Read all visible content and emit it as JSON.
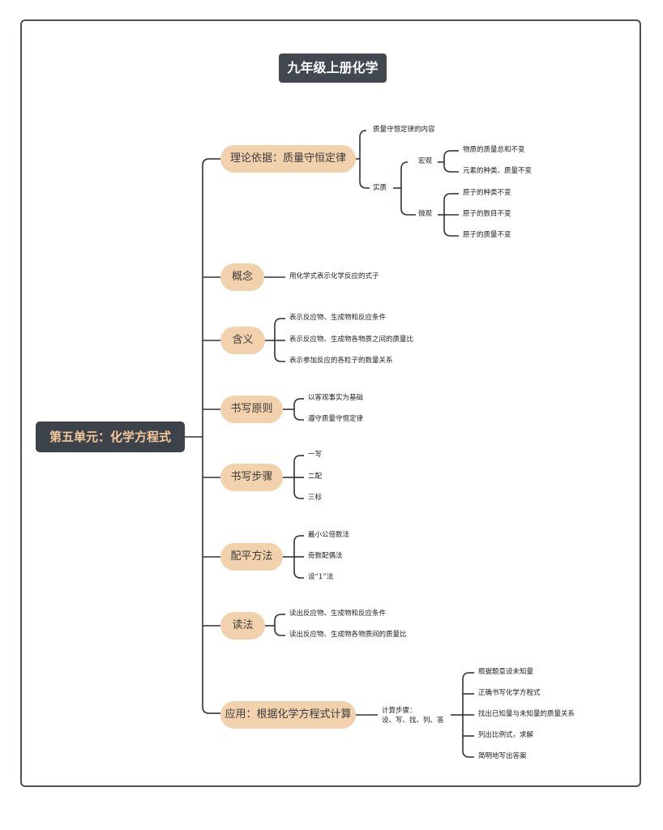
{
  "title": "九年级上册化学",
  "root": "第五单元：化学方程式",
  "branches": [
    {
      "label": "理论依据：质量守恒定律",
      "children": [
        {
          "label": "质量守恒定律的内容"
        },
        {
          "label": "实质",
          "children": [
            {
              "label": "宏观",
              "children": [
                {
                  "label": "物质的质量总和不变"
                },
                {
                  "label": "元素的种类、质量不变"
                }
              ]
            },
            {
              "label": "微观",
              "children": [
                {
                  "label": "原子的种类不变"
                },
                {
                  "label": "原子的数目不变"
                },
                {
                  "label": "原子的质量不变"
                }
              ]
            }
          ]
        }
      ]
    },
    {
      "label": "概念",
      "children": [
        {
          "label": "用化学式表示化学反应的式子"
        }
      ]
    },
    {
      "label": "含义",
      "children": [
        {
          "label": "表示反应物、生成物和反应条件"
        },
        {
          "label": "表示反应物、生成物各物质之间的质量比"
        },
        {
          "label": "表示参加反应的各粒子的数量关系"
        }
      ]
    },
    {
      "label": "书写原则",
      "children": [
        {
          "label": "以客观事实为基础"
        },
        {
          "label": "遵守质量守恒定律"
        }
      ]
    },
    {
      "label": "书写步骤",
      "children": [
        {
          "label": "一写"
        },
        {
          "label": "二配"
        },
        {
          "label": "三标"
        }
      ]
    },
    {
      "label": "配平方法",
      "children": [
        {
          "label": "最小公倍数法"
        },
        {
          "label": "奇数配偶法"
        },
        {
          "label": "设“1”法"
        }
      ]
    },
    {
      "label": "读法",
      "children": [
        {
          "label": "读出反应物、生成物和反应条件"
        },
        {
          "label": "读出反应物、生成物各物质间的质量比"
        }
      ]
    },
    {
      "label": "应用：根据化学方程式计算",
      "children": [
        {
          "label": "计算步骤：\n设、写、找、列、答",
          "children": [
            {
              "label": "根据题意设未知量"
            },
            {
              "label": "正确书写化学方程式"
            },
            {
              "label": "找出已知量与未知量的质量关系"
            },
            {
              "label": "列出比例式，求解"
            },
            {
              "label": "简明地写出答案"
            }
          ]
        }
      ]
    }
  ]
}
